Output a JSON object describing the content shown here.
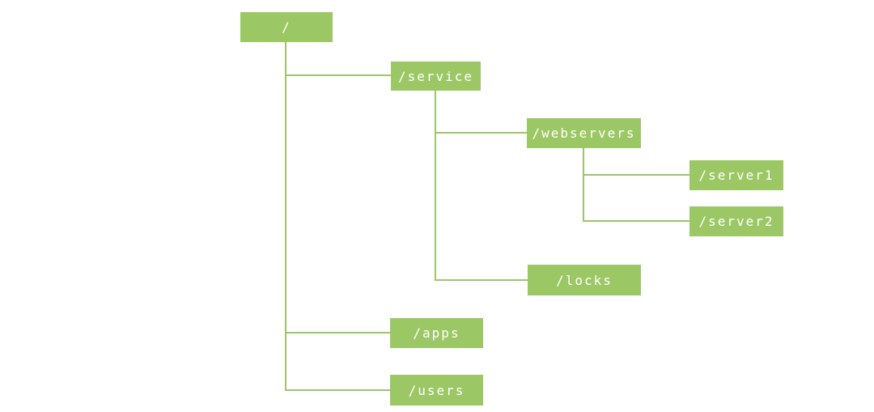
{
  "diagram": {
    "type": "tree",
    "description": "Hierarchical namespace tree of slash-prefixed node names",
    "accent_color": "#9CC765",
    "text_color": "#FFFFFF",
    "background_color": "#FFFFFF",
    "nodes": {
      "root": {
        "label": "/",
        "parent": null,
        "children": [
          "service",
          "apps",
          "users"
        ]
      },
      "service": {
        "label": "/service",
        "parent": "root",
        "children": [
          "webservers",
          "locks"
        ]
      },
      "webservers": {
        "label": "/webservers",
        "parent": "service",
        "children": [
          "server1",
          "server2"
        ]
      },
      "server1": {
        "label": "/server1",
        "parent": "webservers",
        "children": []
      },
      "server2": {
        "label": "/server2",
        "parent": "webservers",
        "children": []
      },
      "locks": {
        "label": "/locks",
        "parent": "service",
        "children": []
      },
      "apps": {
        "label": "/apps",
        "parent": "root",
        "children": []
      },
      "users": {
        "label": "/users",
        "parent": "root",
        "children": []
      }
    }
  }
}
